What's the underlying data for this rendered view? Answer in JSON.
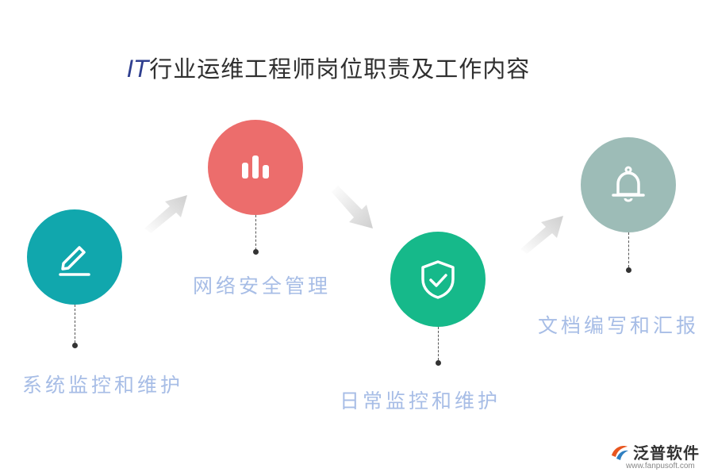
{
  "title": {
    "prefix": "IT",
    "rest": "行业运维工程师岗位职责及工作内容"
  },
  "steps": [
    {
      "label": "系统监控和维护",
      "icon": "pencil-icon",
      "color": "#11a7ad"
    },
    {
      "label": "网络安全管理",
      "icon": "bar-chart-icon",
      "color": "#ec6d6c"
    },
    {
      "label": "日常监控和维护",
      "icon": "shield-check-icon",
      "color": "#16b98a"
    },
    {
      "label": "文档编写和汇报",
      "icon": "bell-icon",
      "color": "#9dbcb7"
    }
  ],
  "brand": {
    "name": "泛普软件",
    "url": "www.fanpusoft.com"
  }
}
